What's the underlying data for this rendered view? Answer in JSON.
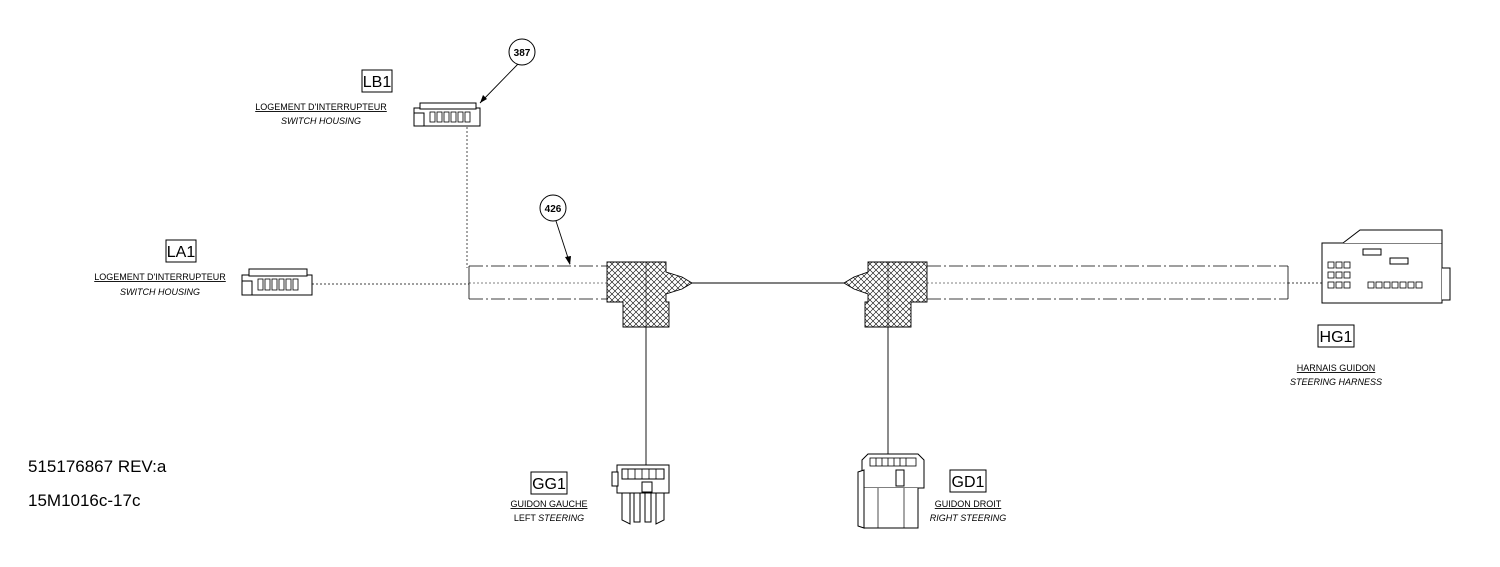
{
  "connectors": {
    "lb1": {
      "code": "LB1",
      "fr": "LOGEMENT D'INTERRUPTEUR",
      "en": "SWITCH HOUSING"
    },
    "la1": {
      "code": "LA1",
      "fr": "LOGEMENT D'INTERRUPTEUR",
      "en": "SWITCH HOUSING"
    },
    "hg1": {
      "code": "HG1",
      "fr": "HARNAIS GUIDON",
      "en": "STEERING HARNESS"
    },
    "gg1": {
      "code": "GG1",
      "fr": "GUIDON GAUCHE",
      "en_prefix": "LEFT ",
      "en": "STEERING"
    },
    "gd1": {
      "code": "GD1",
      "fr": "GUIDON DROIT",
      "en": "RIGHT STEERING"
    }
  },
  "callouts": {
    "c387": "387",
    "c426": "426"
  },
  "reference": {
    "part_rev": "515176867 REV:a",
    "drawing_id": "15M1016c-17c"
  }
}
